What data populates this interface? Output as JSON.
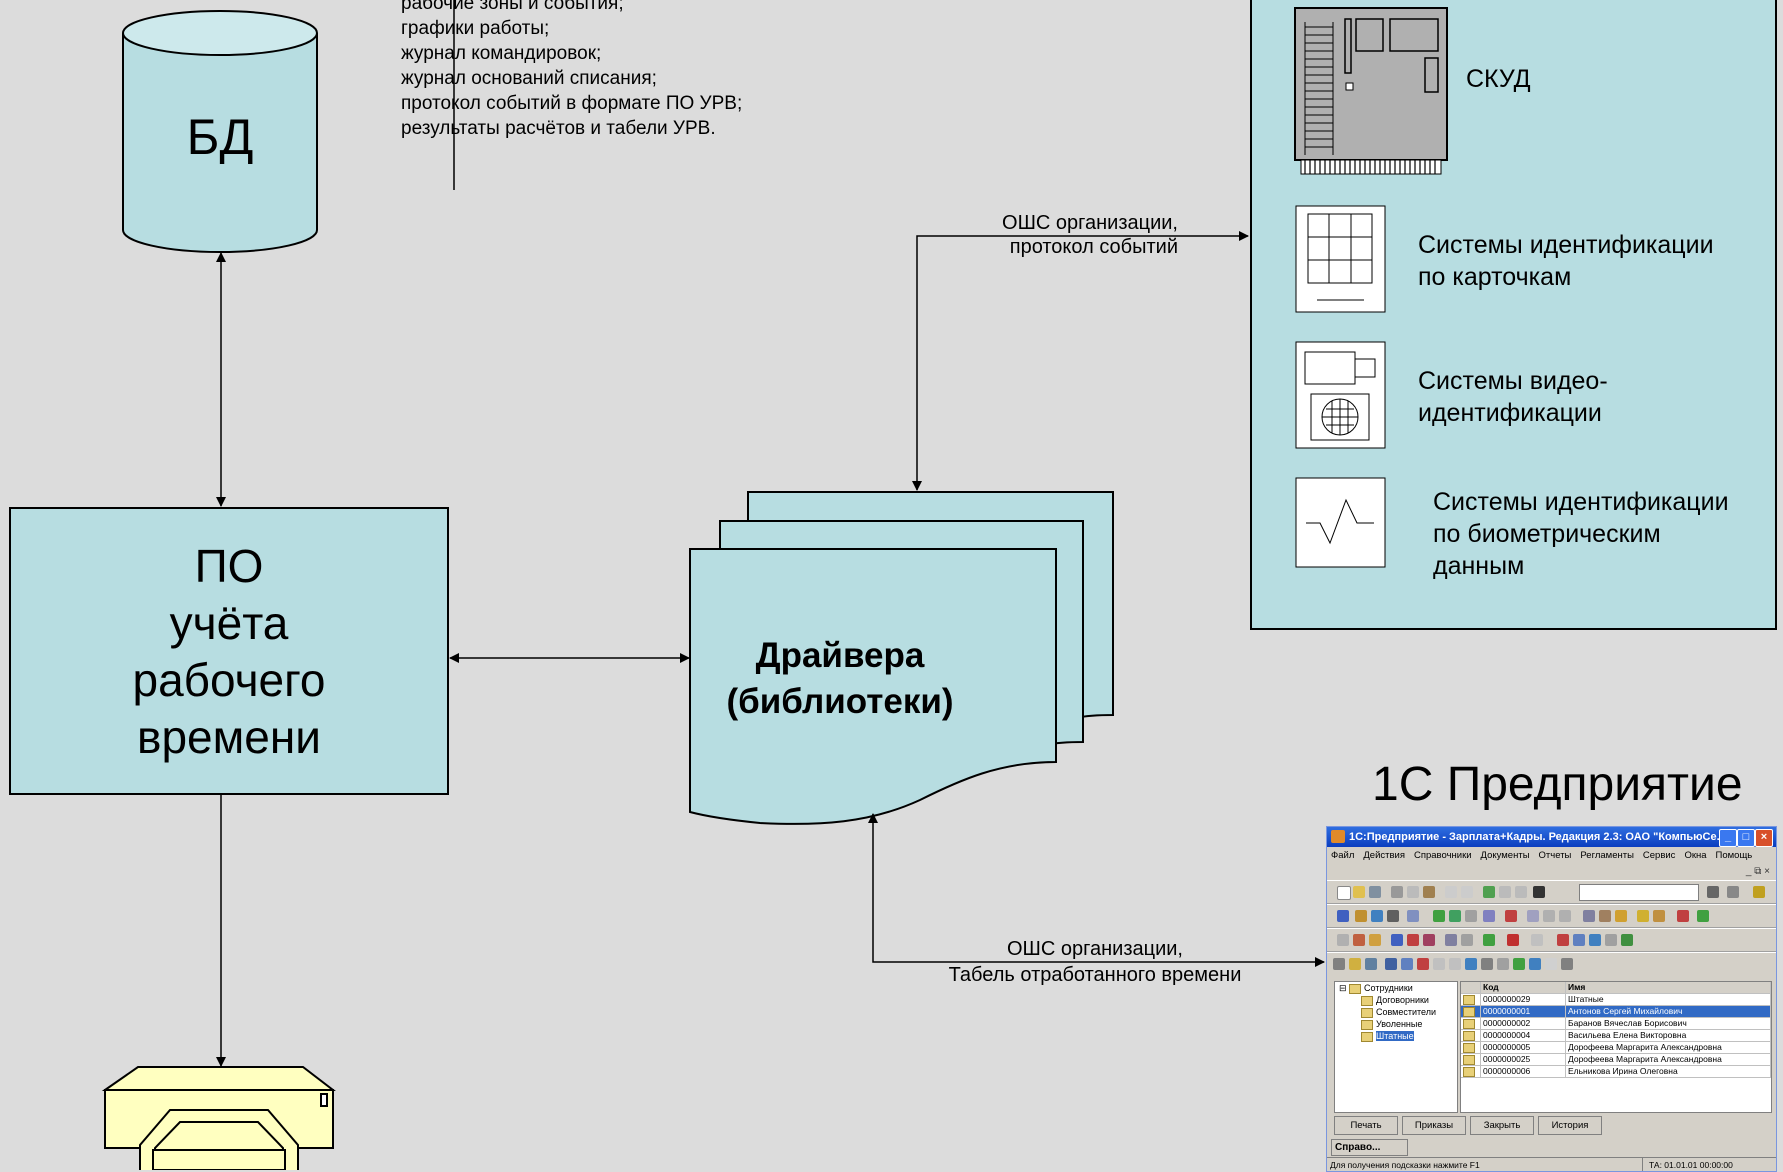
{
  "diagram": {
    "db_label": "БД",
    "po_label_lines": [
      "ПО",
      "учёта",
      "рабочего",
      "времени"
    ],
    "driver_label_lines": [
      "Драйвера",
      "(библиотеки)"
    ],
    "top_list": [
      "рабочие зоны и события;",
      "графики работы;",
      "журнал командировок;",
      "журнал оснований списания;",
      "протокол событий в формате ПО УРВ;",
      "результаты расчётов и табели УРВ."
    ],
    "arrow_top_label": [
      "ОШС организации,",
      "протокол событий"
    ],
    "arrow_bottom_label": [
      "ОШС организации,",
      "Табель отработанного времени"
    ],
    "panel_items": {
      "skud": "СКУД",
      "cards": [
        "Системы идентификации",
        "по карточкам"
      ],
      "video": [
        "Системы видео-",
        "идентификации"
      ],
      "bio": [
        "Системы идентификации",
        "по биометрическим",
        "данным"
      ]
    },
    "c1_title": "1С Предприятие",
    "colors": {
      "fill": "#b7dde1",
      "background": "#dcdcdc",
      "printer": "#ffffc0"
    }
  },
  "window_1c": {
    "title": "1С:Предприятие - Зарплата+Кадры. Редакция 2.3: ОАО \"КомпьюСе...",
    "title_buttons": [
      "_",
      "□",
      "×"
    ],
    "menu": [
      "Файл",
      "Действия",
      "Справочники",
      "Документы",
      "Отчеты",
      "Регламенты",
      "Сервис",
      "Окна",
      "Помощь"
    ],
    "mdi_controls": "_ ⧉ ×",
    "tree": [
      "Сотрудники",
      "Договорники",
      "Совместители",
      "Уволенные",
      "Штатные"
    ],
    "table": {
      "headers": [
        "Код",
        "Имя"
      ],
      "rows": [
        [
          "0000000029",
          "Штатные"
        ],
        [
          "0000000001",
          "Антонов Сергей Михайлович"
        ],
        [
          "0000000002",
          "Баранов Вячеслав Борисович"
        ],
        [
          "0000000004",
          "Васильева Елена Викторовна"
        ],
        [
          "0000000005",
          "Дорофеева Маргарита Александровна"
        ],
        [
          "0000000025",
          "Дорофеева Маргарита Александровна"
        ],
        [
          "0000000006",
          "Ельникова Ирина Олеговна"
        ]
      ]
    },
    "buttons": [
      "Печать",
      "Приказы",
      "Закрыть",
      "История"
    ],
    "task_button": "Справо...",
    "status_left": "Для получения подсказки нажмите F1",
    "status_right": "ТА: 01.01.01  00:00:00"
  }
}
